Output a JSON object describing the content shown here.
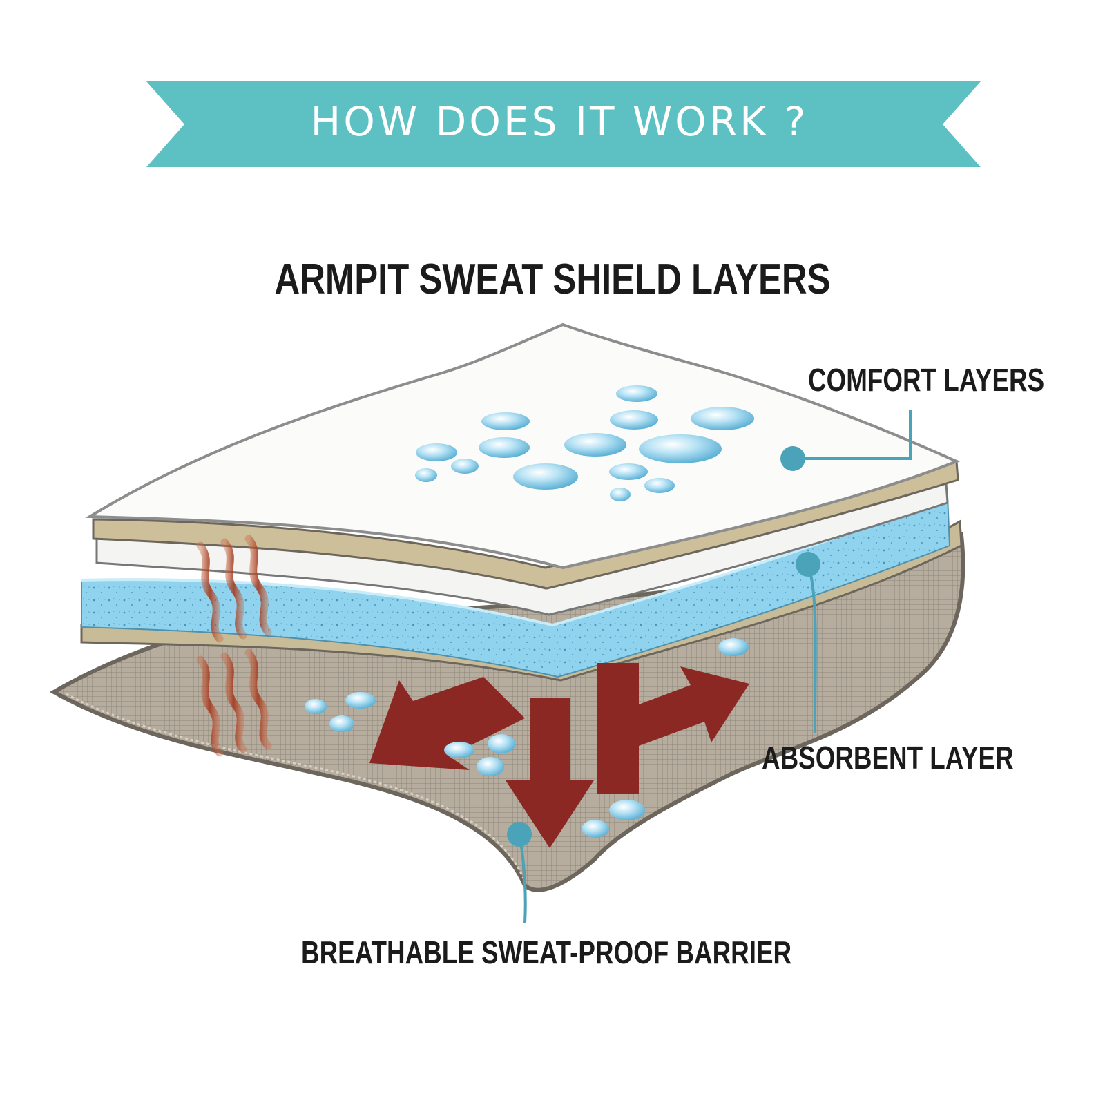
{
  "banner": {
    "text": "HOW DOES IT WORK ?",
    "color": "#5dc1c4"
  },
  "title": "ARMPIT SWEAT SHIELD LAYERS",
  "layers": {
    "comfort_label": "COMFORT LAYERS",
    "absorbent_label": "ABSORBENT LAYER",
    "barrier_label": "BREATHABLE SWEAT-PROOF BARRIER"
  },
  "colors": {
    "pointer": "#4aa3b8",
    "arrow": "#8c2824",
    "absorbent": "#8fd0ec",
    "barrier": "#b3aa9c",
    "comfort": "#fafafa",
    "droplet": "#8ecfea"
  }
}
